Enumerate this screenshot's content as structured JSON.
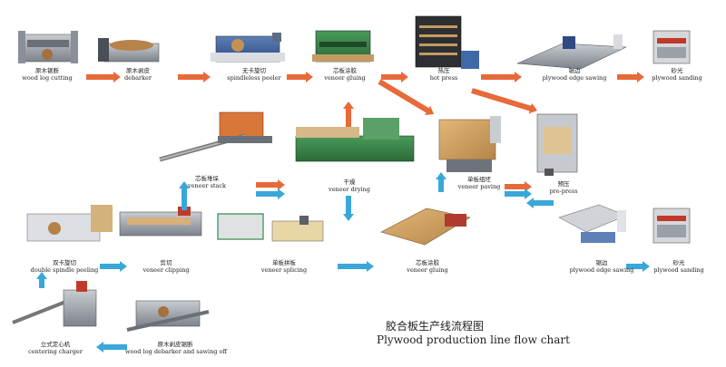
{
  "title": {
    "zh": "胶合板生产线流程图",
    "en": "Plywood production line flow chart"
  },
  "colors": {
    "arrow_orange": "#e8693a",
    "arrow_blue": "#3aa7d9"
  },
  "nodes": [
    {
      "id": "log-cutting",
      "zh": "原木锯断",
      "en": "wood log cutting"
    },
    {
      "id": "debarker",
      "zh": "原木剥皮",
      "en": "debarker"
    },
    {
      "id": "spindleless-peeler",
      "zh": "无卡旋切",
      "en": "spindleless peeler"
    },
    {
      "id": "veneer-gluing-top",
      "zh": "芯板涂胶",
      "en": "veneer gluing"
    },
    {
      "id": "hot-press",
      "zh": "热压",
      "en": "hot press"
    },
    {
      "id": "edge-sawing-top",
      "zh": "锯边",
      "en": "plywood edge sawing"
    },
    {
      "id": "sanding-top",
      "zh": "砂光",
      "en": "plywood sanding"
    },
    {
      "id": "veneer-stack",
      "zh": "芯板堆垛",
      "en": "veneer stack"
    },
    {
      "id": "veneer-drying",
      "zh": "干燥",
      "en": "veneer drying"
    },
    {
      "id": "veneer-paving",
      "zh": "单板组坯",
      "en": "veneer paving"
    },
    {
      "id": "pre-press",
      "zh": "预压",
      "en": "pre-press"
    },
    {
      "id": "double-spindle",
      "zh": "双卡旋切",
      "en": "double spindle peeling"
    },
    {
      "id": "veneer-clipping",
      "zh": "剪切",
      "en": "veneer clipping"
    },
    {
      "id": "veneer-splicing",
      "zh": "单板拼板",
      "en": "veneer splicing"
    },
    {
      "id": "veneer-gluing-mid",
      "zh": "芯板涂胶",
      "en": "veneer gluing"
    },
    {
      "id": "edge-sawing-bottom",
      "zh": "锯边",
      "en": "plywood edge sawing"
    },
    {
      "id": "sanding-bottom",
      "zh": "砂光",
      "en": "plywood sanding"
    },
    {
      "id": "centering-charger",
      "zh": "立式定心机",
      "en": "centering charger"
    },
    {
      "id": "debarker-sawing",
      "zh": "原木剥皮锯断",
      "en": "wood log debarker and sawing off"
    }
  ]
}
